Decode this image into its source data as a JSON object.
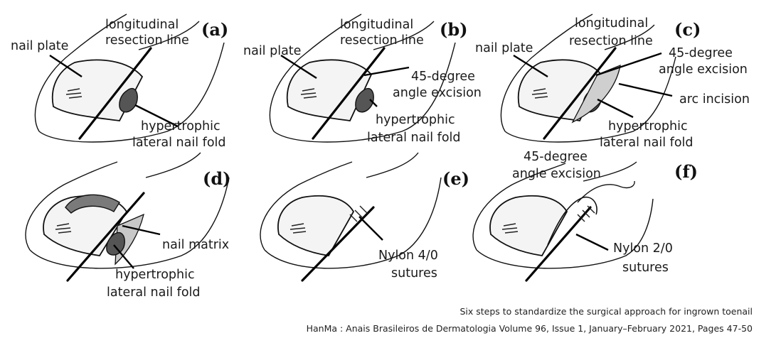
{
  "panels": {
    "a": {
      "letter": "(a)",
      "nail_plate": "nail plate",
      "resection_1": "longitudinal",
      "resection_2": "resection line",
      "fold_1": "hypertrophic",
      "fold_2": "lateral nail fold"
    },
    "b": {
      "letter": "(b)",
      "nail_plate": "nail plate",
      "resection_1": "longitudinal",
      "resection_2": "resection line",
      "angle_1": "45-degree",
      "angle_2": "angle excision",
      "fold_1": "hypertrophic",
      "fold_2": "lateral nail fold"
    },
    "c": {
      "letter": "(c)",
      "nail_plate": "nail plate",
      "resection_1": "longitudinal",
      "resection_2": "resection line",
      "angle_1": "45-degree",
      "angle_2": "angle excision",
      "arc": "arc incision",
      "fold_1": "hypertrophic",
      "fold_2": "lateral nail fold",
      "angle2_1": "45-degree",
      "angle2_2": "angle excision"
    },
    "d": {
      "letter": "(d)",
      "matrix": "nail matrix",
      "fold_1": "hypertrophic",
      "fold_2": "lateral nail fold"
    },
    "e": {
      "letter": "(e)",
      "sutures_1": "Nylon 4/0",
      "sutures_2": "sutures"
    },
    "f": {
      "letter": "(f)",
      "sutures_1": "Nylon 2/0",
      "sutures_2": "sutures"
    }
  },
  "caption": {
    "line1": "Six steps to standardize the surgical approach for ingrown toenail",
    "line2": "HanMa : Anais Brasileiros de Dermatologia Volume 96, Issue 1, January–February 2021, Pages 47-50"
  }
}
